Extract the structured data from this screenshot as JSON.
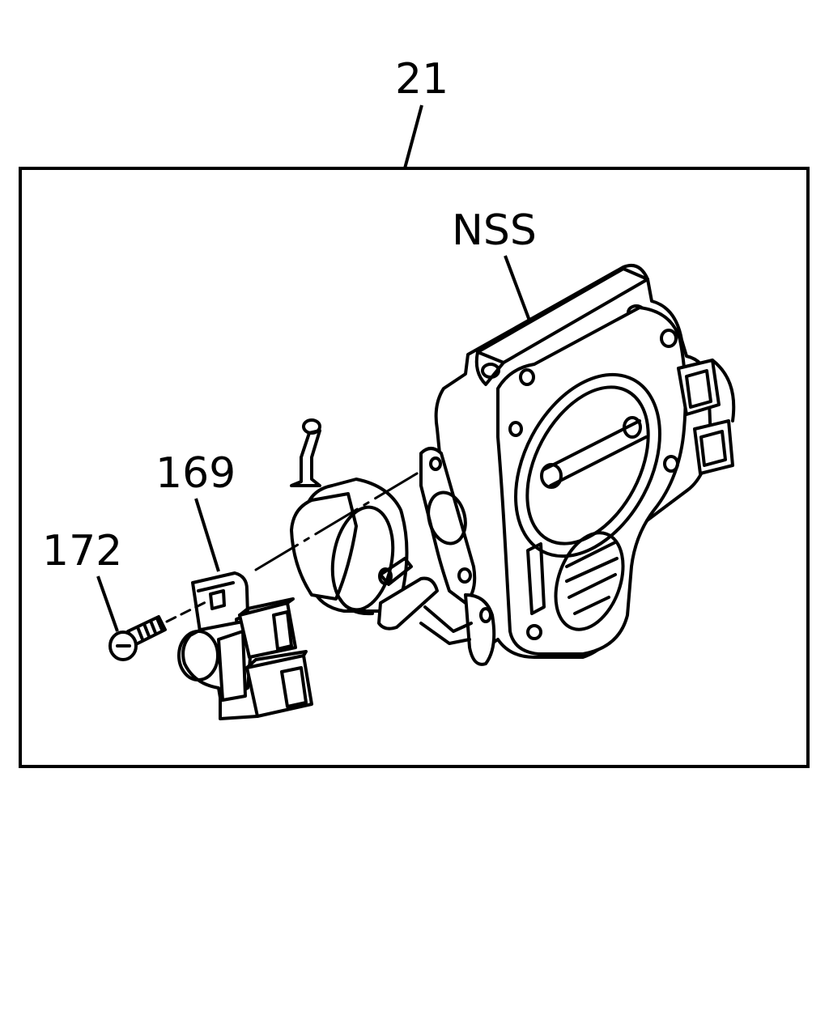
{
  "diagram": {
    "labels": {
      "assembly": "21",
      "throttle_body": "NSS",
      "sensor": "169",
      "screw": "172"
    },
    "colors": {
      "line": "#000000",
      "background": "#ffffff"
    }
  }
}
